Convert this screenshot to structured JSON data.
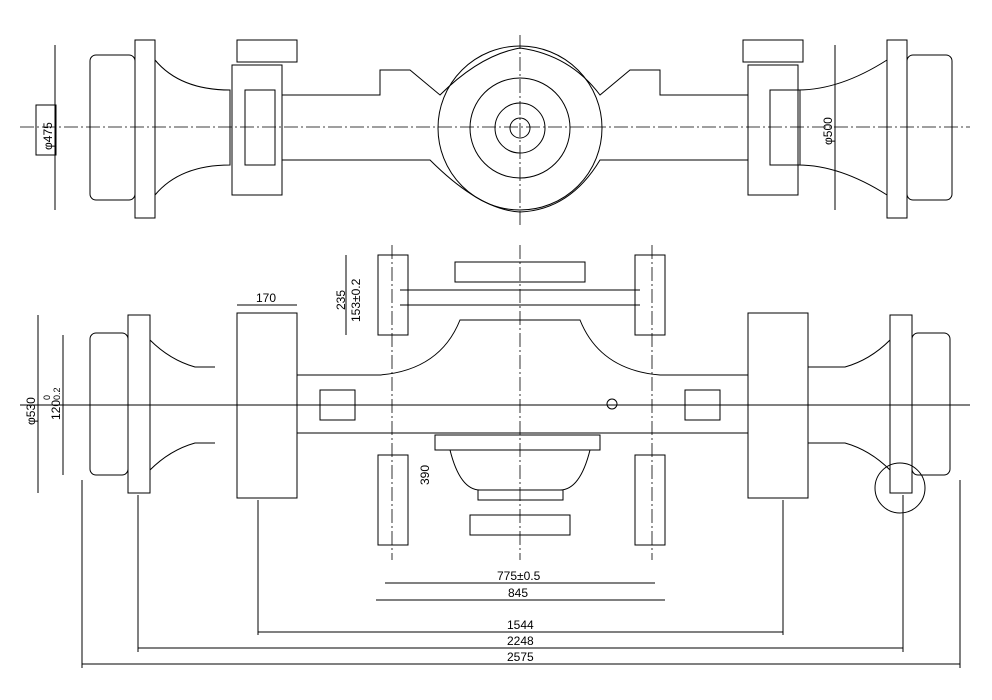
{
  "drawing": {
    "top_view": {
      "dia_left": "φ475",
      "dia_right": "φ500"
    },
    "front_view": {
      "dia_brake": "φ530",
      "flange": "120",
      "flange_tol_upper": "0",
      "flange_tol_lower": "0.2",
      "spring_seat_width": "170",
      "mount_height": "235",
      "mount_hole": "153±0.2",
      "drop": "390",
      "mount_spacing": "775±0.5",
      "mount_outer": "845",
      "spring_centers": "1544",
      "track": "2248",
      "overall_width": "2575"
    }
  }
}
